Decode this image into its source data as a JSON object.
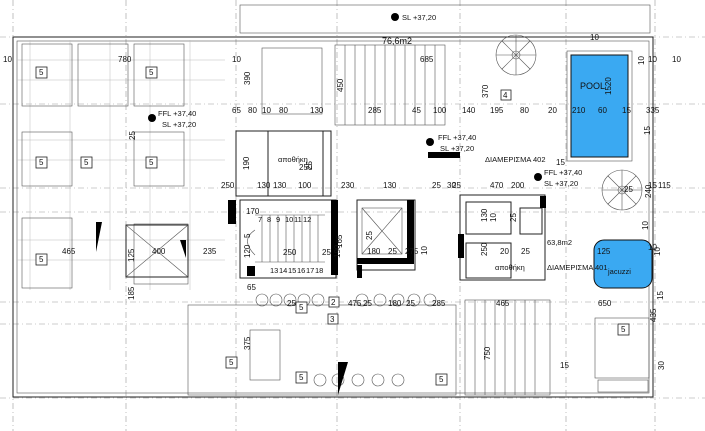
{
  "colors": {
    "pool": "#3aa9f2",
    "jacuzzi": "#3aa9f2",
    "wall": "#000000",
    "grid": "#9a9a9a"
  },
  "labels": {
    "sl_top": "SL  +37,20",
    "area_top": "76,6m2",
    "ffl_left": "FFL +37,40",
    "sl_left": "SL  +37,20",
    "ffl_mid": "FFL +37,40",
    "sl_mid": "SL  +37,20",
    "apt402": "ΔΙΑΜΕΡΙΣΜΑ 402",
    "ffl_right": "FFL +37,40",
    "sl_right": "SL  +37,20",
    "apt401": "ΔΙΑΜΕΡΙΣΜΑ 401",
    "area_401": "63,8m2",
    "storage_a": "αποθήκη",
    "storage_b": "αποθήκη",
    "pool": "POOL",
    "jacuzzi": "jacuzzi",
    "mark_2": "2",
    "mark_3": "3",
    "mark_4": "4"
  },
  "boxes_5": [
    "5",
    "5",
    "5",
    "5",
    "5",
    "5",
    "5",
    "5",
    "5",
    "5",
    "5"
  ],
  "stairs_numbers": [
    "7",
    "8",
    "9",
    "10",
    "11",
    "12",
    "13",
    "14",
    "15",
    "16",
    "17",
    "18"
  ],
  "dims": [
    "10",
    "780",
    "10",
    "10",
    "10",
    "65",
    "80",
    "10",
    "80",
    "130",
    "285",
    "45",
    "100",
    "140",
    "195",
    "80",
    "20",
    "210",
    "60",
    "15",
    "335",
    "390",
    "450",
    "370",
    "1520",
    "685",
    "25",
    "250",
    "190",
    "250",
    "25",
    "130",
    "130",
    "100",
    "230",
    "130",
    "25",
    "30",
    "25",
    "470",
    "200",
    "240",
    "25",
    "15",
    "115",
    "120",
    "5",
    "170",
    "250",
    "165",
    "25",
    "190",
    "25",
    "180",
    "25",
    "275",
    "10",
    "130",
    "10",
    "25",
    "250",
    "20",
    "25",
    "125",
    "465",
    "400",
    "235",
    "125",
    "185",
    "65",
    "25",
    "475",
    "25",
    "180",
    "25",
    "285",
    "465",
    "650",
    "435",
    "375",
    "750",
    "15",
    "10",
    "10",
    "30",
    "10",
    "10",
    "15",
    "15",
    "10",
    "15",
    "15",
    "15"
  ]
}
